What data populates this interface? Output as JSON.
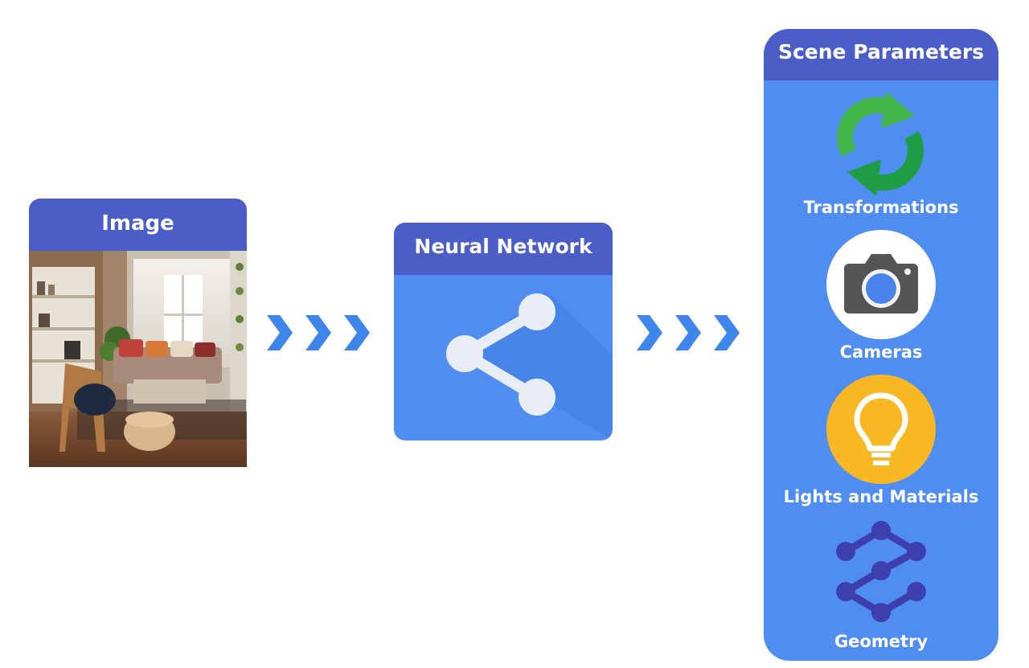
{
  "image_panel": {
    "title": "Image"
  },
  "network_panel": {
    "title": "Neural Network",
    "icon": "share-icon"
  },
  "scene_panel": {
    "title": "Scene Parameters",
    "items": [
      {
        "label": "Transformations",
        "icon": "refresh-arrows-icon"
      },
      {
        "label": "Cameras",
        "icon": "camera-icon"
      },
      {
        "label": "Lights and Materials",
        "icon": "lightbulb-icon"
      },
      {
        "label": "Geometry",
        "icon": "mesh-graph-icon"
      }
    ]
  },
  "colors": {
    "header": "#4b5ec8",
    "panel": "#4f8ef0",
    "arrow": "#3f86ec",
    "green": "#43b649",
    "yellow": "#f8b823",
    "mesh": "#3d3fae"
  }
}
